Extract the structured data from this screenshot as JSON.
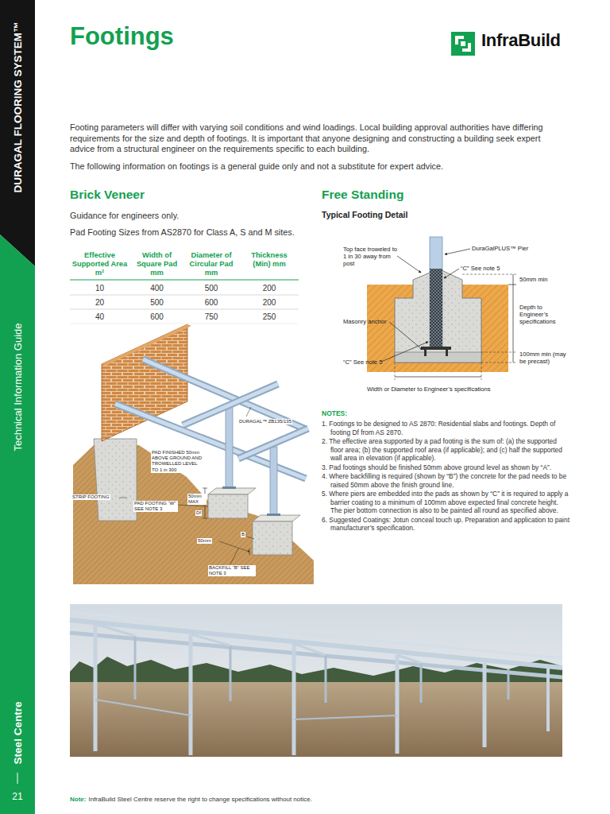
{
  "diagram": {
    "title": "Footings",
    "nodes": [
      {
        "text": [
          "DURAGAL FLOORING SYSTEM™"
        ]
      },
      {
        "text": [
          "Technical Information Guide",
          "Steel Centre",
          "21"
        ]
      }
    ],
    "labels": [
      "InfraBuild",
      "Footing parameters will differ with varying soil conditions and wind loadings. Local building approval authorities have differing requirements for the size and depth of footings. It is important that anyone designing and constructing a building seek expert advice from a structural engineer on the requirements specific to each building.",
      "The following information on footings is a general guide only and not a substitute for expert advice.",
      "Brick Veneer",
      "Guidance for engineers only.",
      "Pad Footing Sizes from AS2870 for Class A, S and M sites.",
      "Effective Supported Area m²",
      "Width of Square Pad mm",
      "Diameter of Circular Pad mm",
      "Thickness (Min) mm",
      "10",
      "400",
      "500",
      "200",
      "20",
      "500",
      "600",
      "200",
      "40",
      "600",
      "750",
      "250",
      "DURAGAL™ ZB135/135",
      "PAD FINISHED 50mm ABOVE GROUND AND TROWELLED LEVEL TO 1 in 300",
      "STRIP FOOTING",
      "PAD FOOTING “W” SEE NOTE 3",
      "50mm MAX",
      "Df",
      "B",
      "50mm",
      "BACKFILL “B” SEE NOTE 3",
      "Free Standing",
      "Typical Footing Detail",
      "Top face troweled to 1 in 30 away from post",
      "DuraGalPLUS™ Pier",
      "“C” See note 5",
      "50mm min",
      "Depth to Engineer’s specifications",
      "Masonry anchor",
      "100mm min (may be precast)",
      "“C” See note 5",
      "Width or Diameter to Engineer’s specifications",
      "NOTES:",
      "1. Footings to be designed to AS 2870: Residential slabs and footings. Depth of footing Df from AS 2870.",
      "2. The effective area supported by a pad footing is the sum of: (a) the supported floor area; (b) the supported roof area (if applicable); and (c) half the supported wall area in elevation (if applicable).",
      "3. Pad footings should be finished 50mm above ground level as shown by “A”.",
      "4. Where backfilling is required (shown by “B”) the concrete for the pad needs to be raised 50mm above the finish ground line.",
      "5. Where piers are embedded into the pads as shown by “C” it is required to apply a barrier coating to a minimum of 100mm above expected final concrete height. The pier bottom connection is also to be painted all round as specified above.",
      "6. Suggested Coatings: Jotun conceal touch up. Preparation and application to paint manufacturer’s specification.",
      "Note:",
      "InfraBuild Steel Centre reserve the right to change specifications without notice."
    ]
  }
}
